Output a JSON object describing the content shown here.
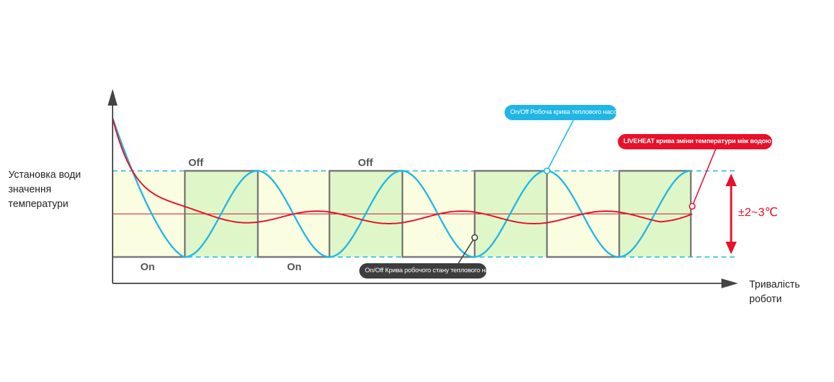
{
  "labels": {
    "y_axis": "Установка води значення температури",
    "x_axis": "Тривалість роботи",
    "off": "Off",
    "on": "On",
    "range": "±2~3℃"
  },
  "callouts": {
    "blue": "On/Off Робоча крива теплового насоса",
    "red": "LIVEHEAT крива зміни температури між водою",
    "dark": "On/Off Крива робочого стану теплового насоса"
  },
  "colors": {
    "blue_curve": "#1fb6e6",
    "red_curve": "#e8102a",
    "on_zone": "#fbfde0",
    "off_zone": "#dff7c8",
    "step_line": "#777777",
    "callout_dark": "#3d3d3d",
    "axis": "#555555"
  }
}
